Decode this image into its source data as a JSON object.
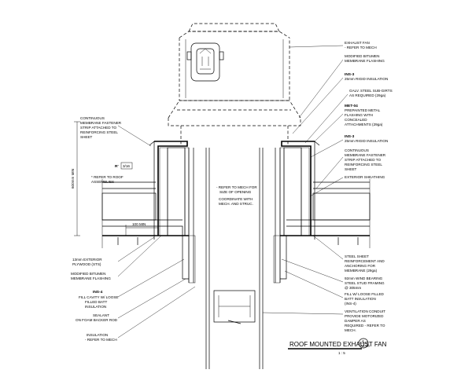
{
  "title": "ROOF MOUNTED EXHAUST FAN",
  "title_number": "4",
  "scale": "1 : 5",
  "sheet_ref": "A3.90",
  "dim_vertical": "600mm MIN",
  "dim_horizontal": "100 MIN",
  "slope_marker": "R'",
  "slope_ratio": "3/16",
  "center_notes": [
    "- REFER TO MECH FOR",
    "SIZE OF OPENING",
    "",
    "COORDINATE WITH",
    "MECH. AND STRUC."
  ],
  "left_notes": {
    "refer_roof": [
      "* REFER TO ROOF",
      "ASSEMBLIES"
    ],
    "continuous": [
      "CONTINUOUS",
      "MEMBRANE FASTENER",
      "STRIP ATTACHED TO",
      "REINFORCING STEEL",
      "SHEET"
    ],
    "plywood": [
      "13mm EXTERIOR",
      "PLYWOOD (STS)"
    ],
    "bitumen": [
      "MODIFIED BITUMEN",
      "MEMBRANE FLASHING"
    ],
    "ins4_code": "INS-4",
    "ins4": [
      "FILL CAVITY W/ LOOSE",
      "FILLED BATT",
      "INSULATION"
    ],
    "sealant": [
      "SEALANT",
      "ON FOAM BACKER ROD"
    ],
    "insulation": [
      "INSULATION",
      "- REFER TO MECH"
    ]
  },
  "right_notes": {
    "fan": [
      "EXHAUST FAN",
      "- REFER TO MECH"
    ],
    "bitumen": [
      "MODIFIED BITUMEN",
      "MEMBRANE FLASHING"
    ],
    "ins3a_code": "INS-3",
    "ins3a": [
      "25mm RIGID INSULATION"
    ],
    "subgirts": [
      "GALV. STEEL SUB-GIRTS",
      "AS REQUIRED (29ga)"
    ],
    "met04_code": "MET-04",
    "met04": [
      "PREPAINTED METAL",
      "FLASHING WITH",
      "CONCEALED",
      "ATTACHMENTS (29ga)"
    ],
    "ins3b_code": "INS-3",
    "ins3b": [
      "25mm RIGID INSULATION"
    ],
    "continuous": [
      "CONTINUOUS",
      "MEMBRANE FASTENER",
      "STRIP ATTACHED TO",
      "REINFORCING STEEL",
      "SHEET"
    ],
    "sheathing": [
      "EXTERIOR SHEATHING"
    ],
    "steel_sheet": [
      "STEEL SHEET",
      "REINFORCEMENT AND",
      "ANCHORING FOR",
      "MEMBRANE (29ga)"
    ],
    "stud": [
      "92mm WIND BEARING",
      "STEEL STUD FRAMING",
      "@ 305mm"
    ],
    "batt": [
      "FILL W/ LOOSE FILLED",
      "BATT INSULATION",
      "(INS-4)"
    ],
    "vent": [
      "VENTILATION CONDUIT",
      "PROVIDE MOTORIZED",
      "DAMPER AS",
      "REQUIRED - REFER TO",
      "MECH."
    ]
  }
}
